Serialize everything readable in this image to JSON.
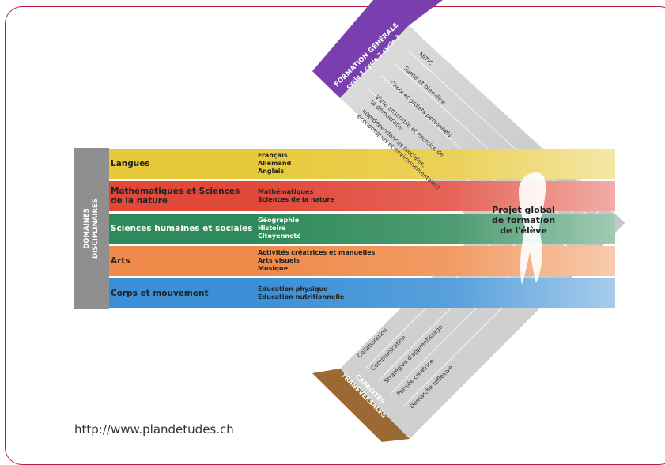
{
  "domains": {
    "title_line1": "DOMAINES",
    "title_line2": "DISCIPLINAIRES",
    "rows": [
      {
        "label": "Langues",
        "subjects": [
          "Français",
          "Allemand",
          "Anglais"
        ],
        "color": "#e8c93a"
      },
      {
        "label": "Mathématiques et Sciences de la nature",
        "subjects": [
          "Mathématiques",
          "Sciences de la nature"
        ],
        "color": "#e0493a"
      },
      {
        "label": "Sciences humaines et sociales",
        "subjects": [
          "Géographie",
          "Histoire",
          "Citoyenneté"
        ],
        "color": "#2e8a5a"
      },
      {
        "label": "Arts",
        "subjects": [
          "Activités créatrices et manuelles",
          "Arts visuels",
          "Musique"
        ],
        "color": "#ef8a4a"
      },
      {
        "label": "Corps et mouvement",
        "subjects": [
          "Éducation physique",
          "Éducation nutritionnelle"
        ],
        "color": "#3b8fd6"
      }
    ]
  },
  "formation_generale": {
    "title_line1": "FORMATION GÉNÉRALE",
    "cycles": "cycle 1  cycle 2  cycle 3",
    "items": [
      "MITIC",
      "Santé et bien-être",
      "Choix et projets personnels",
      "Vivre ensemble et exercice de la démocratie",
      "Interdépendances (sociales, économiques et environnementales)"
    ],
    "color": "#7a3fae"
  },
  "capacites": {
    "title_line1": "CAPACITÉS",
    "title_line2": "TRANSVERSALES",
    "items": [
      "Collaboration",
      "Communication",
      "Stratégies d'apprentissage",
      "Pensée créatrice",
      "Démarche réflexive"
    ],
    "color": "#9a6a32"
  },
  "center": {
    "line1": "Projet global",
    "line2": "de formation",
    "line3": "de l'élève"
  },
  "url": "http://www.plandetudes.ch"
}
